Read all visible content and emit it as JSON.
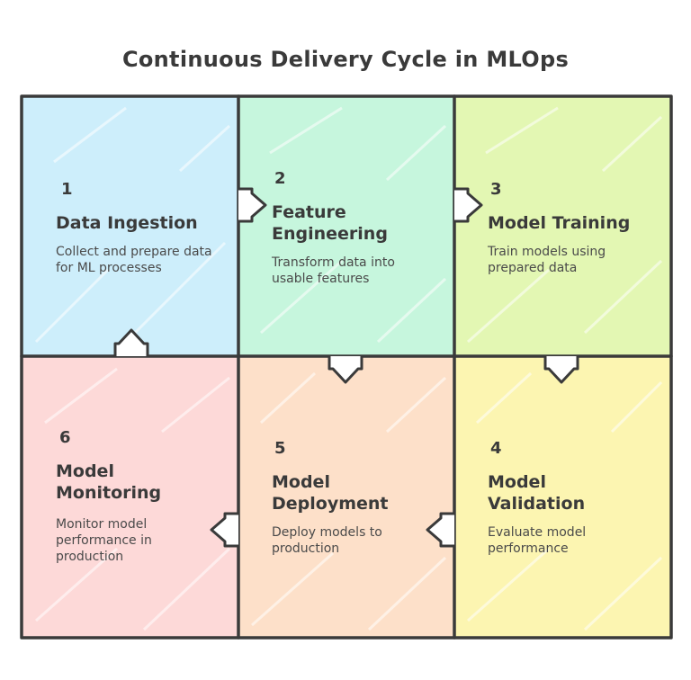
{
  "title": "Continuous Delivery Cycle in MLOps",
  "colors": {
    "stroke": "#3a3a3a",
    "ingestion": "#cdeefb",
    "feature": "#c6f6dd",
    "training": "#e3f7b3",
    "monitoring": "#fdd9d8",
    "deployment": "#fde0c9",
    "validation": "#fcf5b1"
  },
  "steps": [
    {
      "number": "1",
      "title": "Data Ingestion",
      "description": "Collect and prepare data for ML processes"
    },
    {
      "number": "2",
      "title": "Feature Engineering",
      "description": "Transform data into usable features"
    },
    {
      "number": "3",
      "title": "Model Training",
      "description": "Train models using prepared data"
    },
    {
      "number": "4",
      "title": "Model Validation",
      "description": "Evaluate model performance"
    },
    {
      "number": "5",
      "title": "Model Deployment",
      "description": "Deploy models to production"
    },
    {
      "number": "6",
      "title": "Model Monitoring",
      "description": "Monitor model performance in production"
    }
  ]
}
